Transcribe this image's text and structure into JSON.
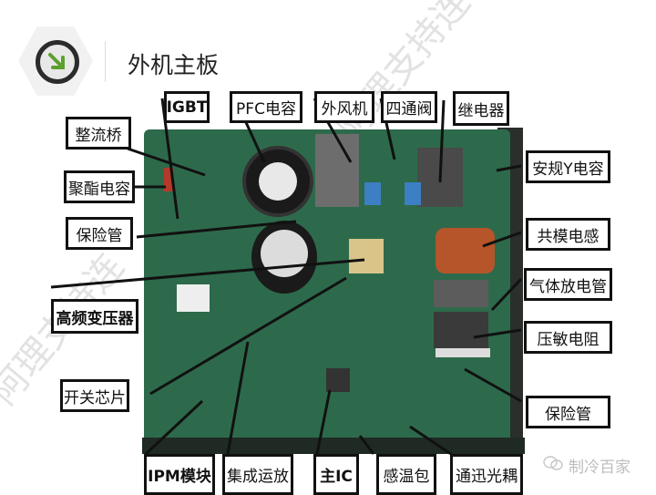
{
  "title": "外机主板",
  "icon": {
    "name": "arrow-down-right-icon",
    "accent": "#5aa02c"
  },
  "labels_top": [
    "IGBT",
    "PFC电容",
    "外风机",
    "四通阀",
    "继电器"
  ],
  "labels_left": [
    "整流桥",
    "聚酯电容",
    "保险管",
    "高频变压器",
    "开关芯片"
  ],
  "labels_right": [
    "安规Y电容",
    "共模电感",
    "气体放电管",
    "压敏电阻",
    "保险管"
  ],
  "labels_bottom": [
    "IPM模块",
    "集成运放",
    "主IC",
    "感温包",
    "通迅光耦"
  ],
  "watermark": "阿理支持连",
  "brand": {
    "icon": "wechat-icon",
    "text": "制冷百家"
  },
  "colors": {
    "board": "#2d6a4b",
    "label_border": "#111111",
    "leader": "#111111"
  }
}
